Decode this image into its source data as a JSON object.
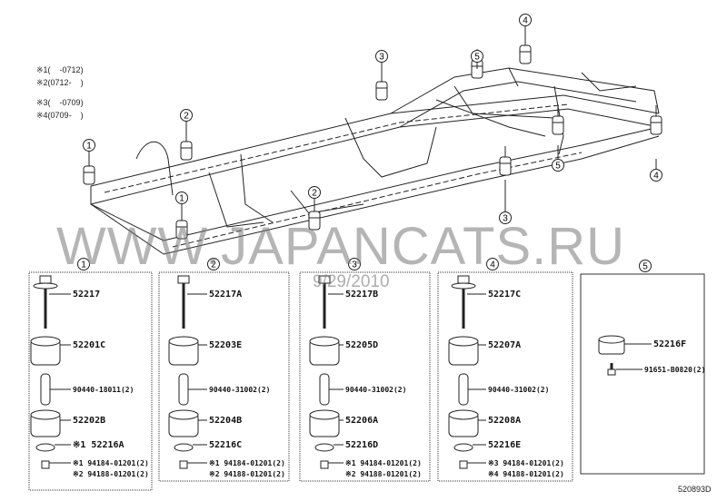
{
  "notes": [
    "※1(    -0712)",
    "※2(0712-    )",
    "※3(    -0709)",
    "※4(0709-    )"
  ],
  "watermark": "WWW.JAPANCATS.RU",
  "watermark_date": "9/29/2010",
  "diagram_code": "520893D",
  "callouts": [
    "1",
    "2",
    "3",
    "5",
    "4",
    "1",
    "2",
    "3",
    "5",
    "4"
  ],
  "panels": [
    {
      "num": "1",
      "parts": [
        "52217",
        "52201C",
        "90440-18011(2)",
        "52202B",
        "※1 52216A",
        "※1 94184-01201(2)",
        "※2 94188-01201(2)"
      ]
    },
    {
      "num": "2",
      "parts": [
        "52217A",
        "52203E",
        "90440-31002(2)",
        "52204B",
        "52216C",
        "※1 94184-01201(2)",
        "※2 94188-01201(2)"
      ]
    },
    {
      "num": "3",
      "parts": [
        "52217B",
        "52205D",
        "90440-31002(2)",
        "52206A",
        "52216D",
        "※1 94184-01201(2)",
        "※2 94188-01201(2)"
      ]
    },
    {
      "num": "4",
      "parts": [
        "52217C",
        "52207A",
        "90440-31002(2)",
        "52208A",
        "52216E",
        "※3 94184-01201(2)",
        "※4 94188-01201(2)"
      ]
    },
    {
      "num": "5",
      "parts": [
        "52216F",
        "91651-B0820(2)"
      ]
    }
  ]
}
